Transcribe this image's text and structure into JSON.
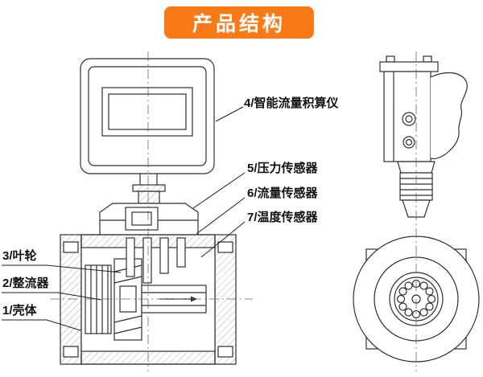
{
  "banner": {
    "title": "产品结构"
  },
  "callouts": {
    "totalizer": {
      "label": "4/智能流量积算仪"
    },
    "pressure_sensor": {
      "label": "5/压力传感器"
    },
    "flow_sensor": {
      "label": "6/流量传感器"
    },
    "temperature_sensor": {
      "label": "7/温度传感器"
    },
    "impeller": {
      "label": "3/叶轮"
    },
    "rectifier": {
      "label": "2/整流器"
    },
    "housing": {
      "label": "1/壳体"
    }
  },
  "colors": {
    "banner_bg": "#fb7a18",
    "banner_text": "#ffffff",
    "line": "#2f2f2f"
  }
}
